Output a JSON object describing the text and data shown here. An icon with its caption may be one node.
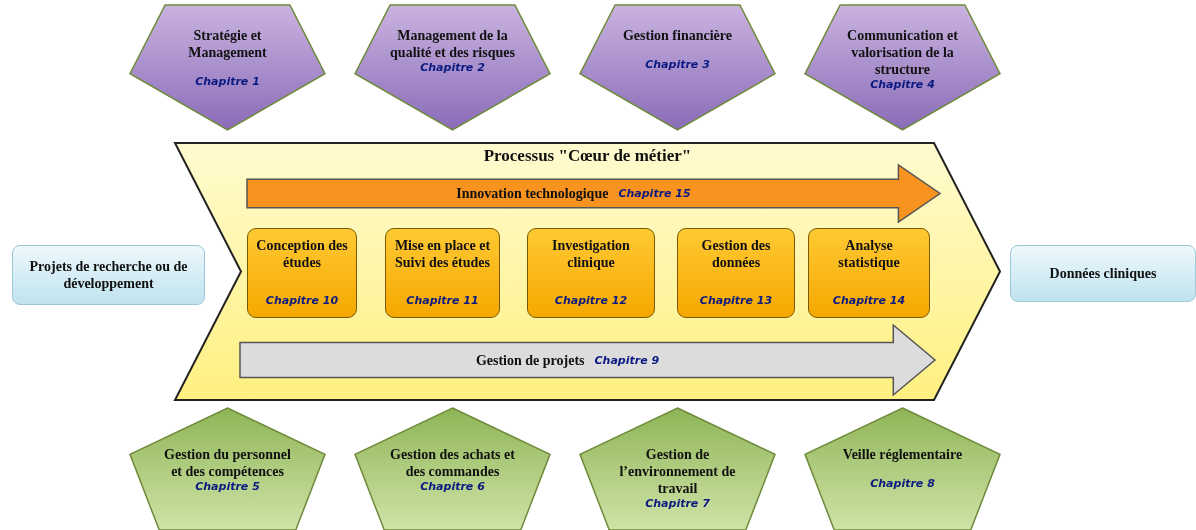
{
  "diagram": {
    "nodes": [
      {
        "text": [
          "Stratégie et Management",
          "Chapitre 1"
        ]
      },
      {
        "text": [
          "Management de la qualité et des risques",
          "Chapitre 2"
        ]
      },
      {
        "text": [
          "Gestion financière",
          "Chapitre 3"
        ]
      },
      {
        "text": [
          "Communication et valorisation de la structure",
          "Chapitre 4"
        ]
      },
      {
        "text": [
          "Projets de recherche ou de développement"
        ]
      },
      {
        "text": [
          "Processus \"Cœur de métier\""
        ]
      },
      {
        "text": [
          "Innovation technologique",
          "Chapitre 15"
        ],
        "in": 5
      },
      {
        "text": [
          "Conception des études",
          "Chapitre 10"
        ],
        "in": 5
      },
      {
        "text": [
          "Mise en place et Suivi des études",
          "Chapitre 11"
        ],
        "in": 5
      },
      {
        "text": [
          "Investigation clinique",
          "Chapitre 12"
        ],
        "in": 5
      },
      {
        "text": [
          "Gestion des données",
          "Chapitre 13"
        ],
        "in": 5
      },
      {
        "text": [
          "Analyse statistique",
          "Chapitre 14"
        ],
        "in": 5
      },
      {
        "text": [
          "Gestion de projets",
          "Chapitre 9"
        ],
        "in": 5
      },
      {
        "text": [
          "Données cliniques"
        ]
      },
      {
        "text": [
          "Gestion du personnel et des compétences",
          "Chapitre 5"
        ]
      },
      {
        "text": [
          "Gestion des achats et des commandes",
          "Chapitre 6"
        ]
      },
      {
        "text": [
          "Gestion de l’environnement de travail",
          "Chapitre 7"
        ]
      },
      {
        "text": [
          "Veille réglementaire",
          "Chapitre 8"
        ]
      }
    ]
  }
}
